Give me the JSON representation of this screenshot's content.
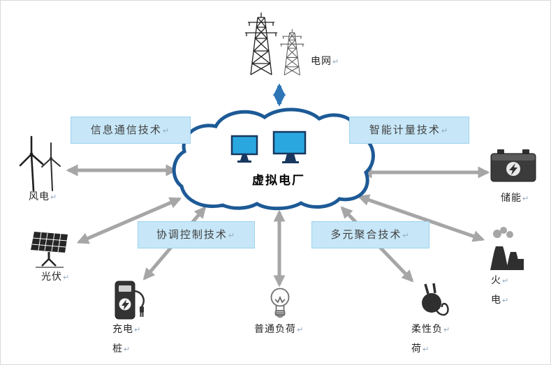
{
  "colors": {
    "accent_blue": "#2e75b6",
    "cloud_stroke": "#1d5a96",
    "box_fill": "#c7e7f8",
    "box_border": "#9ed2ee",
    "box_text": "#404040",
    "arrow_gray": "#a6a6a6",
    "mark_gray": "#93a9bf"
  },
  "paragraph_mark": "↵",
  "center": {
    "title": "虚拟电厂"
  },
  "tech_boxes": {
    "info_comm": {
      "label": "信息通信技术"
    },
    "smart_metering": {
      "label": "智能计量技术"
    },
    "coordinated_control": {
      "label": "协调控制技术"
    },
    "multi_aggregation": {
      "label": "多元聚合技术"
    }
  },
  "nodes": {
    "grid": {
      "label": "电网"
    },
    "wind": {
      "label": "风电"
    },
    "storage": {
      "label": "储能"
    },
    "solar": {
      "label": "光伏"
    },
    "charger": {
      "label_line1": "充电",
      "label_line2": "桩"
    },
    "ordinary_load": {
      "label": "普通负荷"
    },
    "flexible_load": {
      "label_line1": "柔性负",
      "label_line2": "荷"
    },
    "thermal": {
      "label_line1": "火",
      "label_line2": "电"
    }
  }
}
